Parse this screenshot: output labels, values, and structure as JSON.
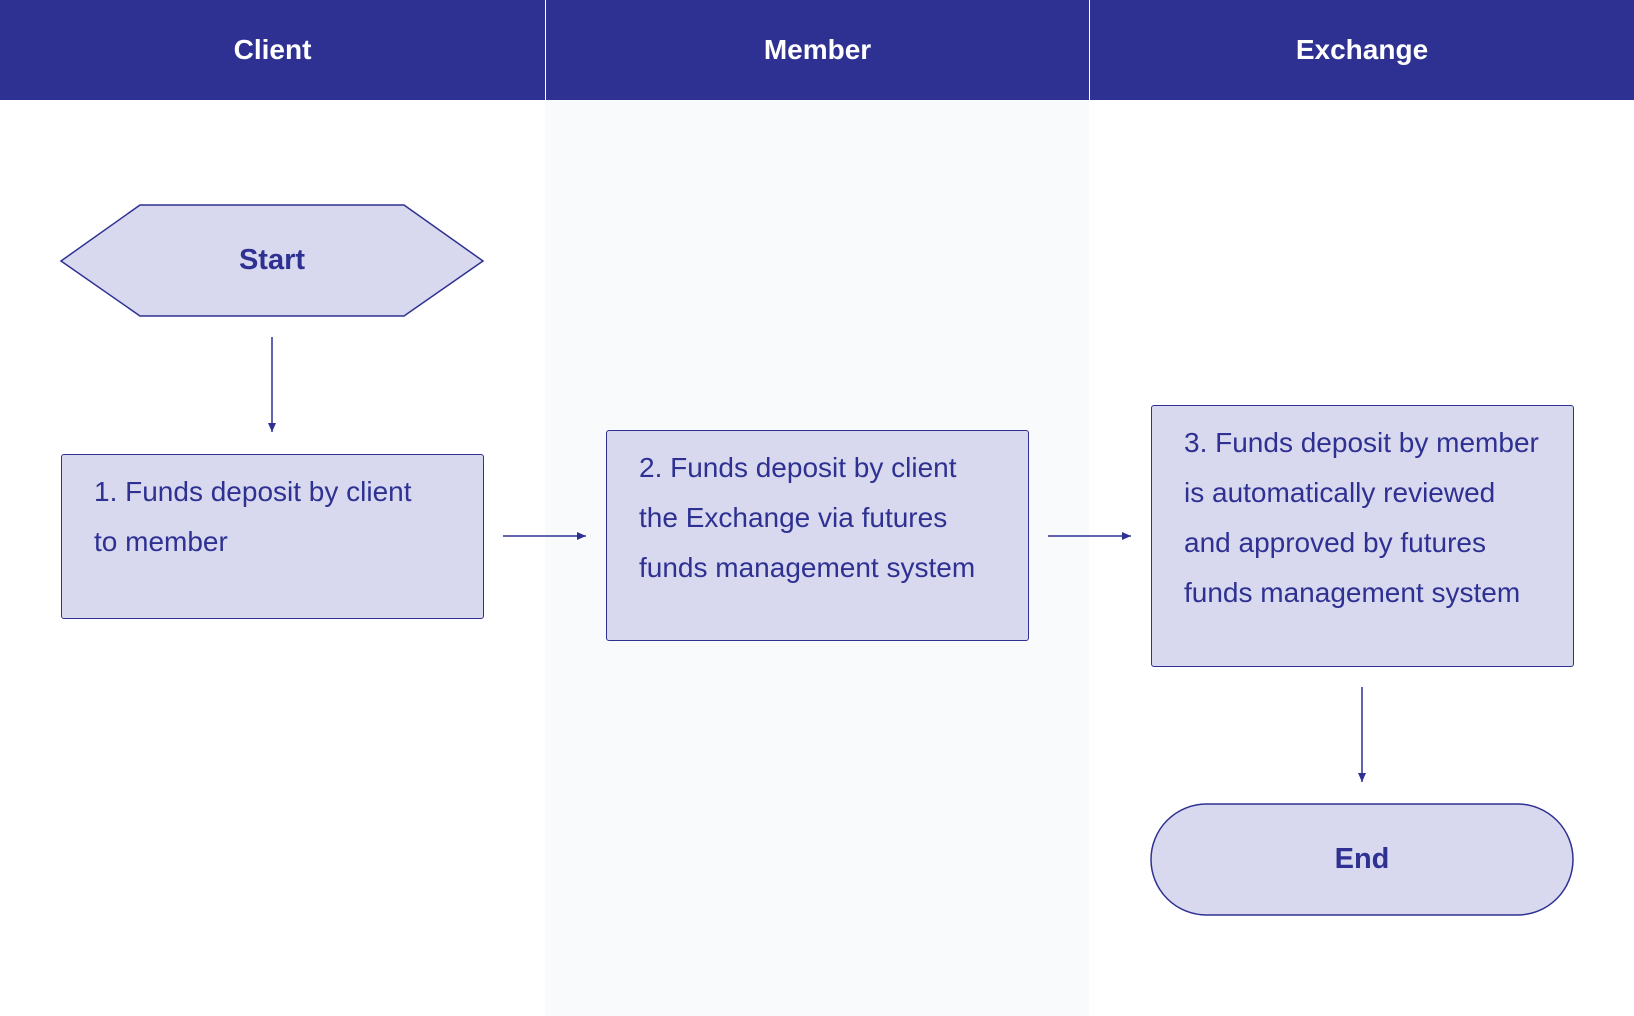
{
  "lanes": {
    "client": "Client",
    "member": "Member",
    "exchange": "Exchange"
  },
  "nodes": {
    "start": "Start",
    "step1": [
      "1. Funds deposit by client",
      "to member"
    ],
    "step2": [
      "2. Funds deposit by client",
      "the Exchange via futures",
      "funds management system"
    ],
    "step3": [
      "3. Funds deposit by member",
      "is automatically reviewed",
      "and approved by futures",
      "funds management system"
    ],
    "end": "End"
  },
  "colors": {
    "header": "#2e3192",
    "node_fill": "#d8d9ee",
    "node_stroke": "#2e3192",
    "lane_alt": "#f9fafb"
  }
}
